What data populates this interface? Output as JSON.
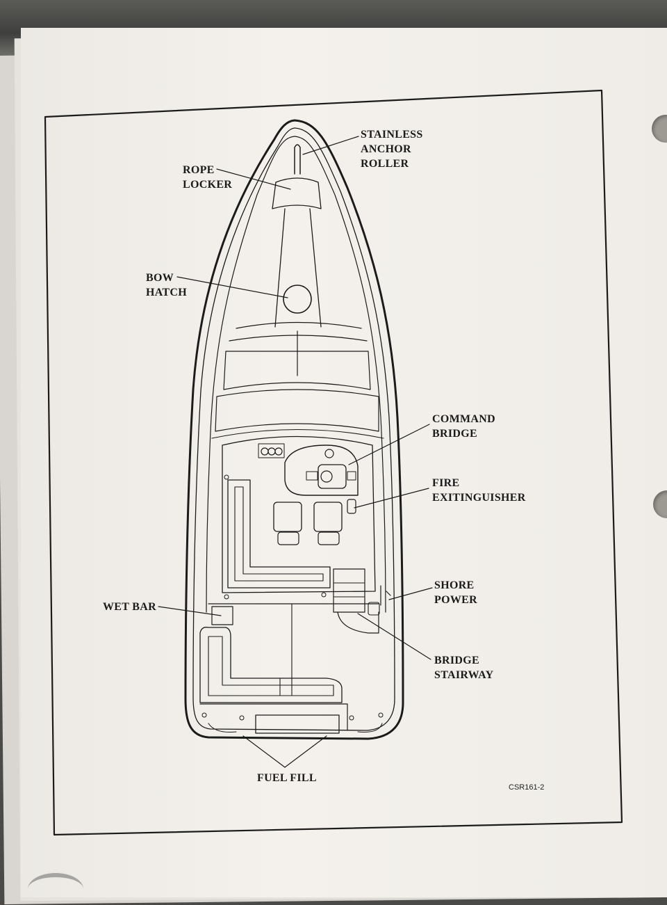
{
  "labels": {
    "stainless_anchor_roller": [
      "STAINLESS",
      "ANCHOR",
      "ROLLER"
    ],
    "rope_locker": [
      "ROPE",
      "LOCKER"
    ],
    "bow_hatch": [
      "BOW",
      "HATCH"
    ],
    "command_bridge": [
      "COMMAND",
      "BRIDGE"
    ],
    "fire_extinguisher": [
      "FIRE",
      "EXITINGUISHER"
    ],
    "shore_power": [
      "SHORE",
      "POWER"
    ],
    "wet_bar": [
      "WET BAR"
    ],
    "bridge_stairway": [
      "BRIDGE",
      "STAIRWAY"
    ],
    "fuel_fill": [
      "FUEL FILL"
    ]
  },
  "figure_code": "CSR161-2",
  "colors": {
    "ink": "#1b1b1b",
    "paper": "#f1eee9",
    "background": "#4a4a48"
  }
}
